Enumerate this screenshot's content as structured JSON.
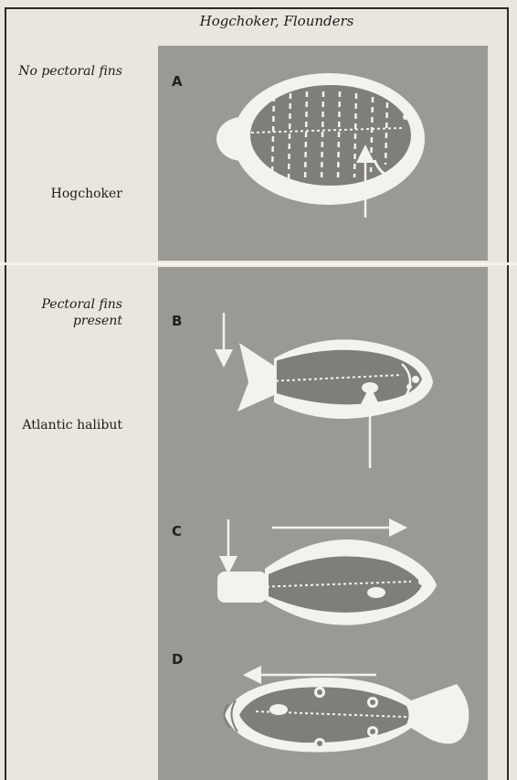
{
  "header": {
    "title": "Hogchoker, Flounders"
  },
  "labels": {
    "no_pectoral": "No pectoral fins",
    "hogchoker": "Hogchoker",
    "pectoral_present_line1": "Pectoral fins",
    "pectoral_present_line2": "present",
    "halibut": "Atlantic halibut"
  },
  "figures": {
    "a": "A",
    "b": "B",
    "c": "C",
    "d": "D"
  }
}
